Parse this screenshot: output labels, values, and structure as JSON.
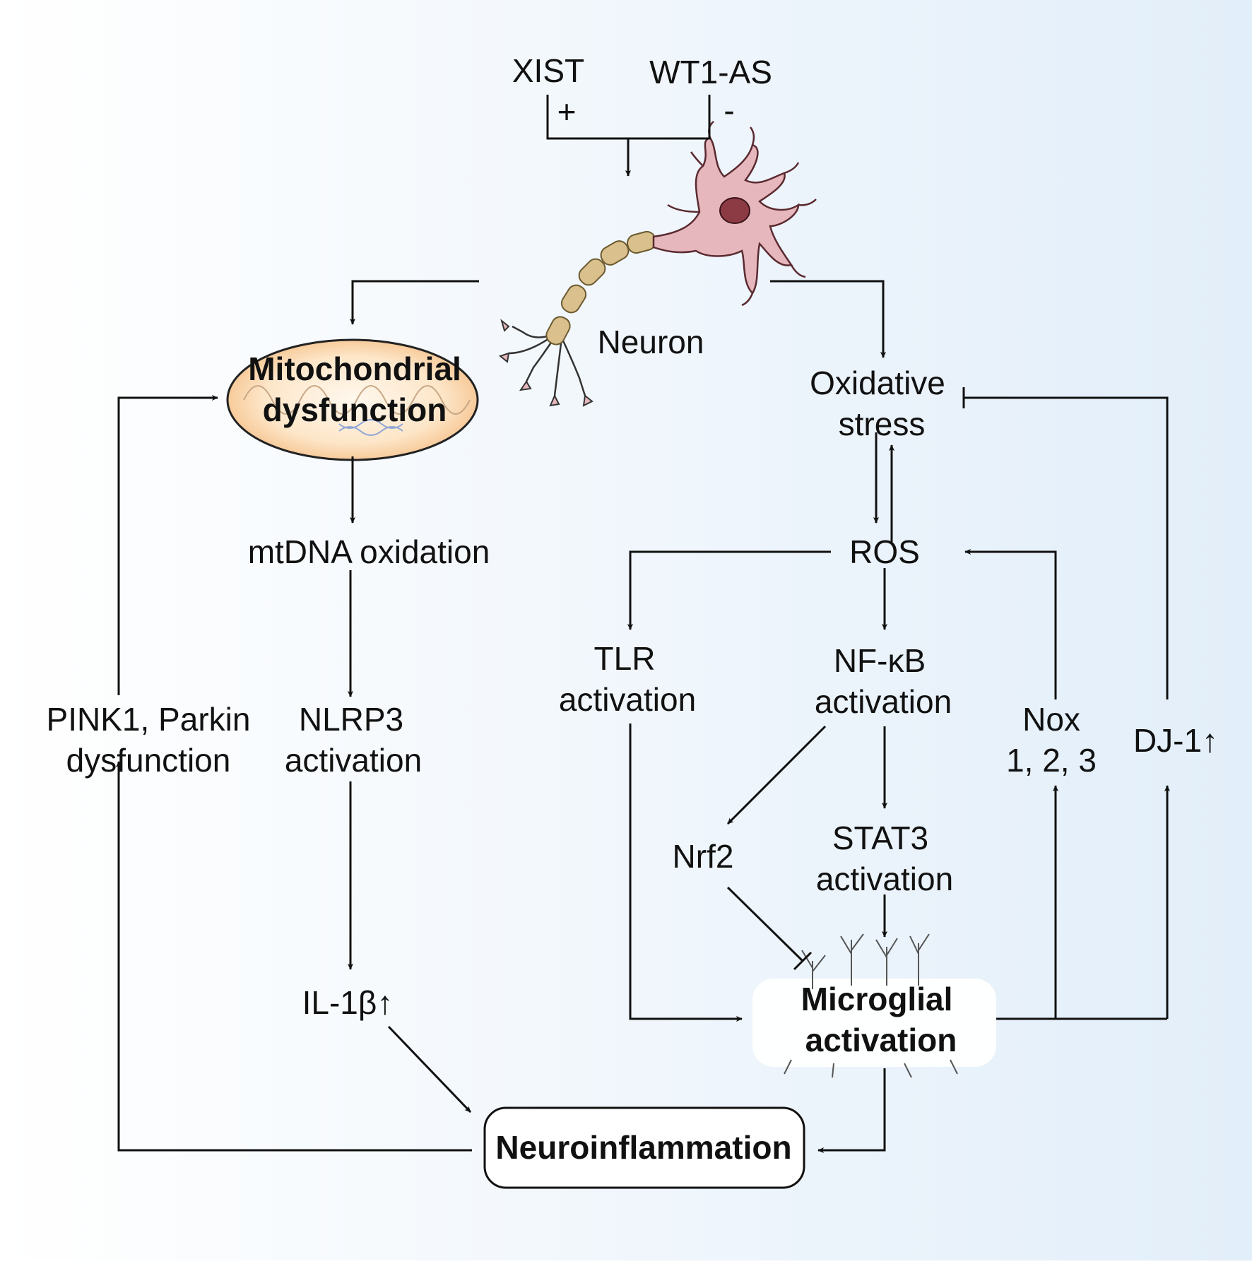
{
  "colors": {
    "background_gradient": [
      "#ffffff",
      "#e2eef9"
    ],
    "neuron_body": "#e6b8bd",
    "nucleus": "#8c3b45",
    "axon_myelin": "#d9c08c",
    "mitochondria_fill": "#f7c993",
    "line": "#111111"
  },
  "icons": [
    "neuron-illustration",
    "mitochondria-illustration",
    "microglia-illustration"
  ],
  "regulators": {
    "xist": "XIST",
    "wt1as": "WT1-AS",
    "plus": "+",
    "minus": "-"
  },
  "nodes": {
    "neuron": "Neuron",
    "mito": [
      "Mitochondrial",
      "dysfunction"
    ],
    "mtdna": "mtDNA oxidation",
    "nlrp3": [
      "NLRP3",
      "activation"
    ],
    "il1b": "IL-1β↑",
    "pink": [
      "PINK1, Parkin",
      "dysfunction"
    ],
    "neuroinflammation": "Neuroinflammation",
    "oxstress": [
      "Oxidative",
      "stress"
    ],
    "ros": "ROS",
    "tlr": [
      "TLR",
      "activation"
    ],
    "nfkb": [
      "NF-κB",
      "activation"
    ],
    "nrf2": "Nrf2",
    "stat3": [
      "STAT3",
      "activation"
    ],
    "microglia": [
      "Microglial",
      "activation"
    ],
    "nox": [
      "Nox",
      "1, 2, 3"
    ],
    "dj1": "DJ-1↑"
  }
}
